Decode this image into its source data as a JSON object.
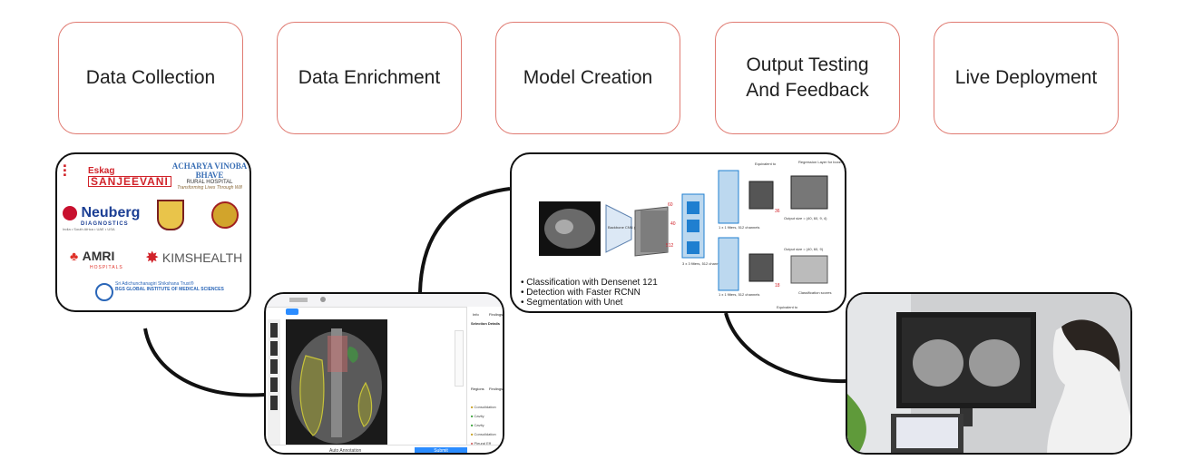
{
  "stages": [
    {
      "label": "Data Collection"
    },
    {
      "label": "Data Enrichment"
    },
    {
      "label": "Model Creation"
    },
    {
      "label": "Output Testing\nAnd Feedback"
    },
    {
      "label": "Live Deployment"
    }
  ],
  "logos": {
    "eskag_top": "Eskag",
    "eskag_bottom": "SANJEEVANI",
    "acharya_title": "ACHARYA VINOBA BHAVE",
    "acharya_sub": "RURAL HOSPITAL",
    "acharya_tag": "Transforming Lives Through Will",
    "neuberg": "Neuberg",
    "neuberg_sub": "DIAGNOSTICS",
    "neuberg_regions": "India • South Africa • UAE • USA",
    "amri": "AMRI",
    "amri_sub": "HOSPITALS",
    "kims": "KIMSHEALTH",
    "bgs_trust": "Sri Adichunchanagiri Shikshana Trust®",
    "bgs_name": "BGS GLOBAL INSTITUTE OF MEDICAL SCIENCES"
  },
  "annotation_tool": {
    "side_tabs": [
      "Info",
      "Findings"
    ],
    "section_title": "Selection Details",
    "panel_tabs": [
      "Regions",
      "Findings"
    ],
    "labels": [
      "Consolidation",
      "Cavity",
      "Cavity",
      "Consolidation",
      "Pleural Eff"
    ],
    "footer_text": "Auto Annotation",
    "submit_label": "Submit"
  },
  "model": {
    "backbone_label": "Backbone CNN (VGG)",
    "equivalent_top": "Equivalent to",
    "equivalent_bottom": "Equivalent to",
    "regression_label": "Regression Layer for boxes",
    "classification_label": "Classification scores",
    "output_size_top": "Output size = (40, 60, 9, 4)",
    "output_size_bottom": "Output size = (40, 60, 9)",
    "filters_top": "1 x 1 filters, 512 channels",
    "filters_mid": "3 x 3 filters, 512 channels",
    "filters_bottom": "1 x 1 filters, 512 channels",
    "dim_40": "40",
    "dim_60": "60",
    "dim_512": "512",
    "dim_36": "36",
    "dim_18": "18",
    "bullets": [
      "Classification with Densenet 121",
      "Detection with Faster RCNN",
      "Segmentation with Unet"
    ]
  },
  "colors": {
    "stage_border": "#e07b72",
    "connector": "#111111",
    "cnn_blue": "#1f7fd0",
    "submit_blue": "#2b8cff"
  }
}
